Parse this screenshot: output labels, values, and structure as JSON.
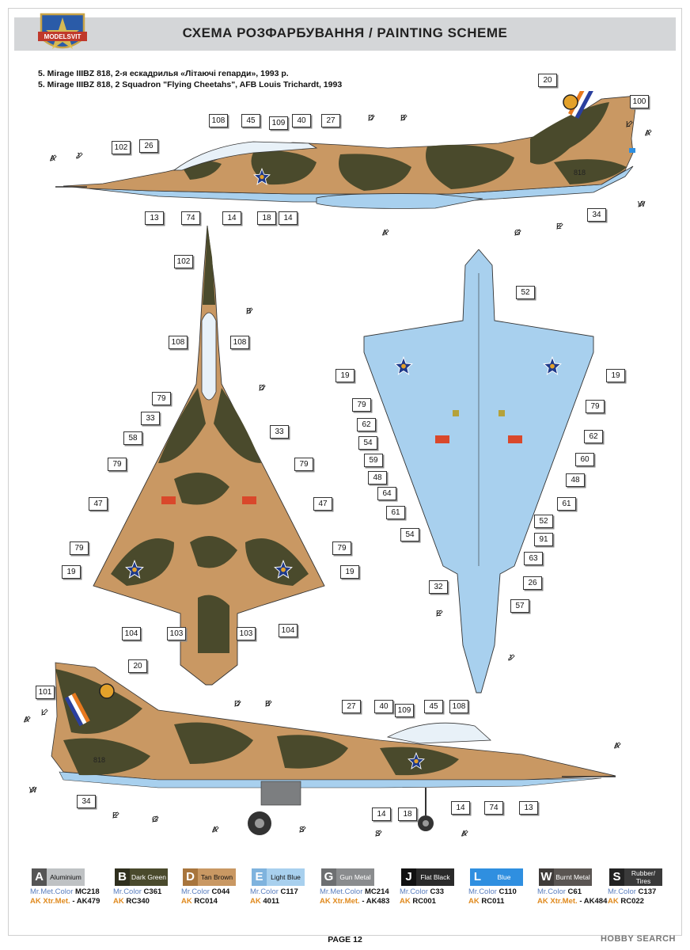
{
  "header": {
    "logo_text": "MODELSVIT",
    "title": "СХЕМА РОЗФАРБУВАННЯ / PAINTING SCHEME"
  },
  "subtitles": {
    "ua": "5. Mirage IIIBZ 818, 2-я ескадрилья «Літаючі гепарди», 1993 р.",
    "en": "5. Mirage IIIBZ 818, 2 Squadron \"Flying Cheetahs\", AFB Louis Trichardt, 1993"
  },
  "aircraft": {
    "serial": "818"
  },
  "callouts": {
    "top_left_side": [
      "108",
      "45",
      "109",
      "40",
      "27",
      "102",
      "26",
      "13",
      "74",
      "14",
      "18",
      "14",
      "20",
      "100",
      "34"
    ],
    "top_view": [
      "102",
      "108",
      "108",
      "79",
      "33",
      "58",
      "33",
      "79",
      "79",
      "47",
      "47",
      "79",
      "79",
      "19",
      "19",
      "104",
      "103",
      "103",
      "104"
    ],
    "bottom_view": [
      "52",
      "19",
      "19",
      "79",
      "79",
      "62",
      "62",
      "54",
      "60",
      "59",
      "48",
      "48",
      "64",
      "61",
      "61",
      "54",
      "52",
      "91",
      "63",
      "32",
      "26",
      "57"
    ],
    "right_side": [
      "20",
      "101",
      "27",
      "40",
      "109",
      "45",
      "108",
      "34",
      "14",
      "18",
      "14",
      "74",
      "13"
    ]
  },
  "letters": {
    "top_left_side": [
      "A",
      "J",
      "D",
      "B",
      "L",
      "A",
      "W",
      "A",
      "G",
      "E"
    ],
    "top_view": [
      "B",
      "D"
    ],
    "bottom_view": [
      "E",
      "J"
    ],
    "right_side": [
      "A",
      "L",
      "W",
      "E",
      "G",
      "D",
      "B",
      "A",
      "A",
      "S",
      "S",
      "A"
    ]
  },
  "legend": [
    {
      "letter": "A",
      "name": "Aluminium",
      "mr": "Mr.Met.Color",
      "mr_code": "MC218",
      "ak": "AK Xtr.Met.",
      "ak_code": "- AK479",
      "color": "#bfc2c4",
      "letter_bg": "#555",
      "text_color": "#111"
    },
    {
      "letter": "B",
      "name": "Dark Green",
      "mr": "Mr.Color",
      "mr_code": "C361",
      "ak": "AK",
      "ak_code": "RC340",
      "color": "#4a4a2c",
      "letter_bg": "#2f2f1e",
      "text_color": "#fff"
    },
    {
      "letter": "D",
      "name": "Tan Brown",
      "mr": "Mr.Color",
      "mr_code": "C044",
      "ak": "AK",
      "ak_code": "RC014",
      "color": "#c99863",
      "letter_bg": "#a8753d",
      "text_color": "#111"
    },
    {
      "letter": "E",
      "name": "Light Blue",
      "mr": "Mr.Color",
      "mr_code": "C117",
      "ak": "AK",
      "ak_code": "4011",
      "color": "#a8d0ee",
      "letter_bg": "#7fb3de",
      "text_color": "#111"
    },
    {
      "letter": "G",
      "name": "Gun Metal",
      "mr": "Mr.Met.Color",
      "mr_code": "MC214",
      "ak": "AK Xtr.Met.",
      "ak_code": "- AK483",
      "color": "#8a8c8e",
      "letter_bg": "#6d6f71",
      "text_color": "#fff"
    },
    {
      "letter": "J",
      "name": "Flat Black",
      "mr": "Mr.Color",
      "mr_code": "C33",
      "ak": "AK",
      "ak_code": "RC001",
      "color": "#2a2a2a",
      "letter_bg": "#111",
      "text_color": "#fff"
    },
    {
      "letter": "L",
      "name": "Blue",
      "mr": "Mr.Color",
      "mr_code": "C110",
      "ak": "AK",
      "ak_code": "RC011",
      "color": "#2f8fe0",
      "letter_bg": "#2f8fe0",
      "text_color": "#fff"
    },
    {
      "letter": "W",
      "name": "Burnt Metal",
      "mr": "Mr.Color",
      "mr_code": "C61",
      "ak": "AK Xtr.Met.",
      "ak_code": "- AK484",
      "color": "#5a5552",
      "letter_bg": "#3f3b39",
      "text_color": "#fff"
    },
    {
      "letter": "S",
      "name": "Rubber/ Tires",
      "mr": "Mr.Color",
      "mr_code": "C137",
      "ak": "AK",
      "ak_code": "RC022",
      "color": "#3a3a3a",
      "letter_bg": "#222",
      "text_color": "#fff"
    }
  ],
  "footer": {
    "page": "PAGE 12",
    "watermark": "HOBBY SEARCH"
  }
}
